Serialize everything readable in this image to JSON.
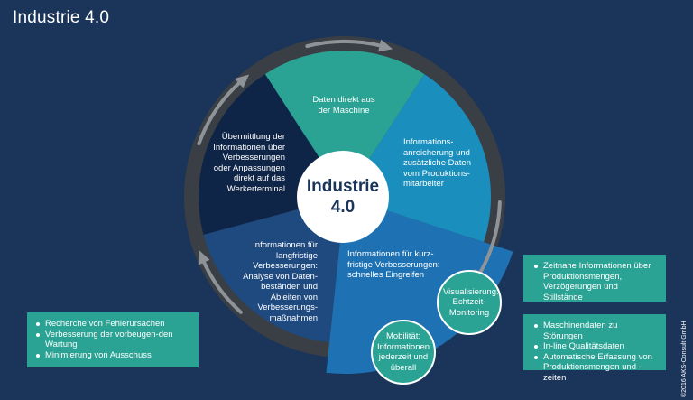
{
  "page_title": "Industrie 4.0",
  "center": {
    "line1": "Industrie",
    "line2": "4.0"
  },
  "segments": [
    {
      "text": "Daten direkt aus der Maschine",
      "color": "#2aa394"
    },
    {
      "text": "Informations-anreicherung und zusätzliche Daten vom Produktions-mitarbeiter",
      "color": "#1a8fbe"
    },
    {
      "text": "Informationen für kurz-fristige Verbesserungen: schnelles Eingreifen",
      "color": "#1e72b3"
    },
    {
      "text": "Informationen für langfristige Verbesserungen: Analyse von Daten-beständen und Ableiten von Verbesserungs-maßnahmen",
      "color": "#1e4a80"
    },
    {
      "text": "Übermittlung der Informationen über Verbesserungen oder Anpassungen direkt auf das Werkerterminal",
      "color": "#0f2547"
    }
  ],
  "bubbles": {
    "visualisierung": "Visualisierung: Echtzeit-Monitoring",
    "mobilitaet": "Mobilität: Informationen jederzeit und überall"
  },
  "boxes": {
    "right_top": [
      "Zeitnahe Informationen über Produktionsmengen, Verzögerungen und Stillstände"
    ],
    "right_bottom": [
      "Maschinendaten zu Störungen",
      "In-line Qualitätsdaten",
      "Automatische Erfassung von Produktionsmengen und -zeiten"
    ],
    "left": [
      "Recherche von Fehlerursachen",
      "Verbesserung der vorbeugen-den Wartung",
      "Minimierung von Ausschuss"
    ]
  },
  "copyright": "©2016 AKS-Consult GmbH",
  "colors": {
    "background": "#1b355a",
    "ring": "#3a3f45",
    "accent": "#2aa394",
    "arrow": "#8e9398"
  }
}
